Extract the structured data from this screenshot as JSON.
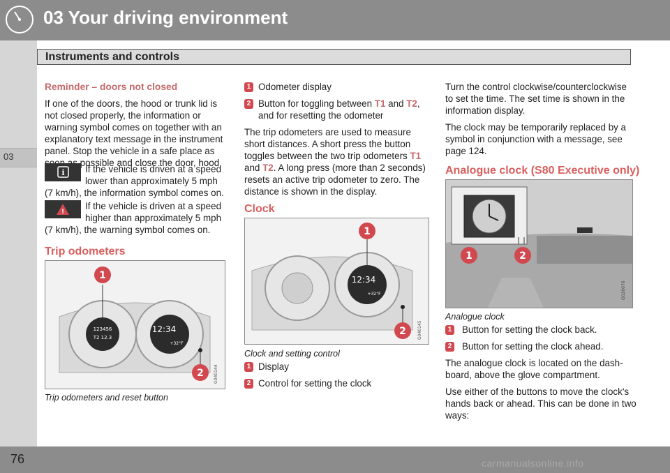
{
  "header": {
    "chapter_title": "03 Your driving environment",
    "section_title": "Instruments and controls"
  },
  "sidebar": {
    "chapter_number": "03"
  },
  "footer": {
    "page_number": "76",
    "watermark": "carmanualsonline.info"
  },
  "col1": {
    "reminder_heading": "Reminder – doors not closed",
    "reminder_text": "If one of the doors, the hood or trunk lid is not closed properly, the information or warning symbol comes on together with an explanatory text message in the instrument panel. Stop the vehicle in a safe place as soon as possible and close the door, hood or trunk.",
    "info_line1": "If the vehicle is driven at a speed",
    "info_line2": "lower than approximately 5 mph",
    "info_line3": "(7 km/h), the information symbol comes on.",
    "warn_line1": "If the vehicle is driven at a speed",
    "warn_line2": "higher than approximately 5 mph",
    "warn_line3": "(7 km/h), the warning symbol comes on.",
    "trip_heading": "Trip odometers",
    "figure_caption": "Trip odometers and reset button",
    "figure_code": "G040144",
    "figure_display_time": "12:34",
    "figure_display_odo": "123456",
    "figure_display_trip": "T2 12.3",
    "figure_temp": "+32°F"
  },
  "col2": {
    "item1": "Odometer display",
    "item2_pre": "Button for toggling between ",
    "t1": "T1",
    "and": " and ",
    "t2": "T2",
    "item2_post": ", and for resetting the odometer",
    "para1_a": "The trip odometers are used to measure short distances. A short press the button toggles between the two trip odometers ",
    "para1_b": ". A long press (more than 2 seconds) resets an active trip odometer to zero. The distance is shown in the display.",
    "clock_heading": "Clock",
    "figure_caption": "Clock and setting control",
    "figure_code": "G040145",
    "figure_display_time": "12:34",
    "figure_temp": "+32°F",
    "cl_item1": "Display",
    "cl_item2": "Control for setting the clock"
  },
  "col3": {
    "para1": "Turn the control clockwise/counterclockwise to set the time. The set time is shown in the information display.",
    "para2": "The clock may be temporarily replaced by a symbol in conjunction with a message, see page 124.",
    "analogue_heading": "Analogue clock (S80 Executive only)",
    "figure_caption": "Analogue clock",
    "figure_code": "G020076",
    "item1": "Button for setting the clock back.",
    "item2": "Button for setting the clock ahead.",
    "para3": "The analogue clock is located on the dash-board, above the glove compartment.",
    "para4": "Use either of the buttons to move the clock's hands back or ahead. This can be done in two ways:"
  },
  "callouts": {
    "one": "1",
    "two": "2"
  },
  "colors": {
    "accent": "#d95f5f",
    "callout": "#d1484f",
    "bar": "#8c8c8c"
  }
}
